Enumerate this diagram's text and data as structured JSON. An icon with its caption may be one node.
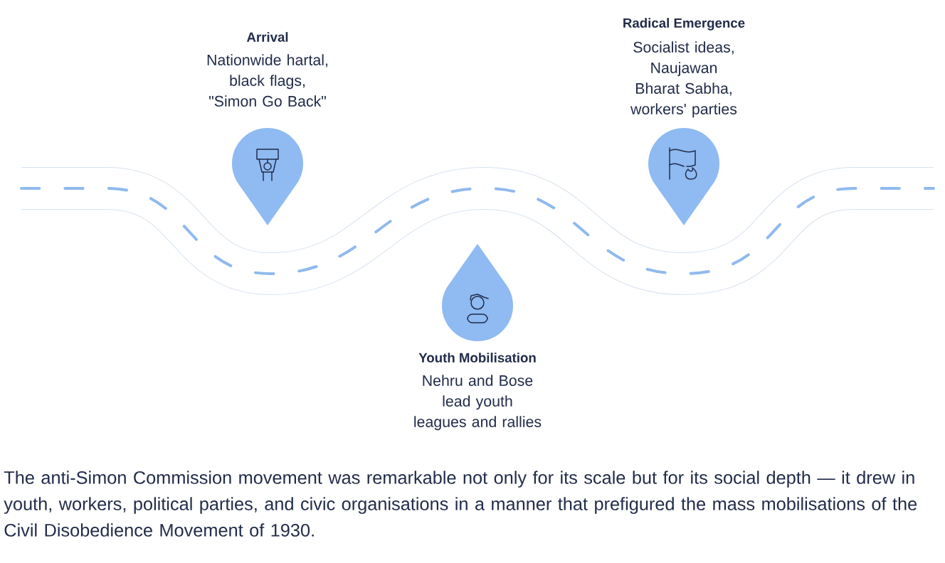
{
  "diagram": {
    "caption": "The anti-Simon Commission movement was remarkable not only for its scale but for its social depth — it drew in youth, workers, political parties, and civic organisations in a manner that prefigured the mass mobilisations of the Civil Disobedience Movement of 1930.",
    "nodes": [
      {
        "text": [
          "Arrival",
          "Nationwide hartal, black flags, \"Simon Go Back\""
        ]
      },
      {
        "text": [
          "Youth Mobilisation",
          "Nehru and Bose lead youth leagues and rallies"
        ]
      },
      {
        "text": [
          "Radical Emergence",
          "Socialist ideas, Naujawan Bharat Sabha, workers' parties"
        ]
      }
    ]
  }
}
